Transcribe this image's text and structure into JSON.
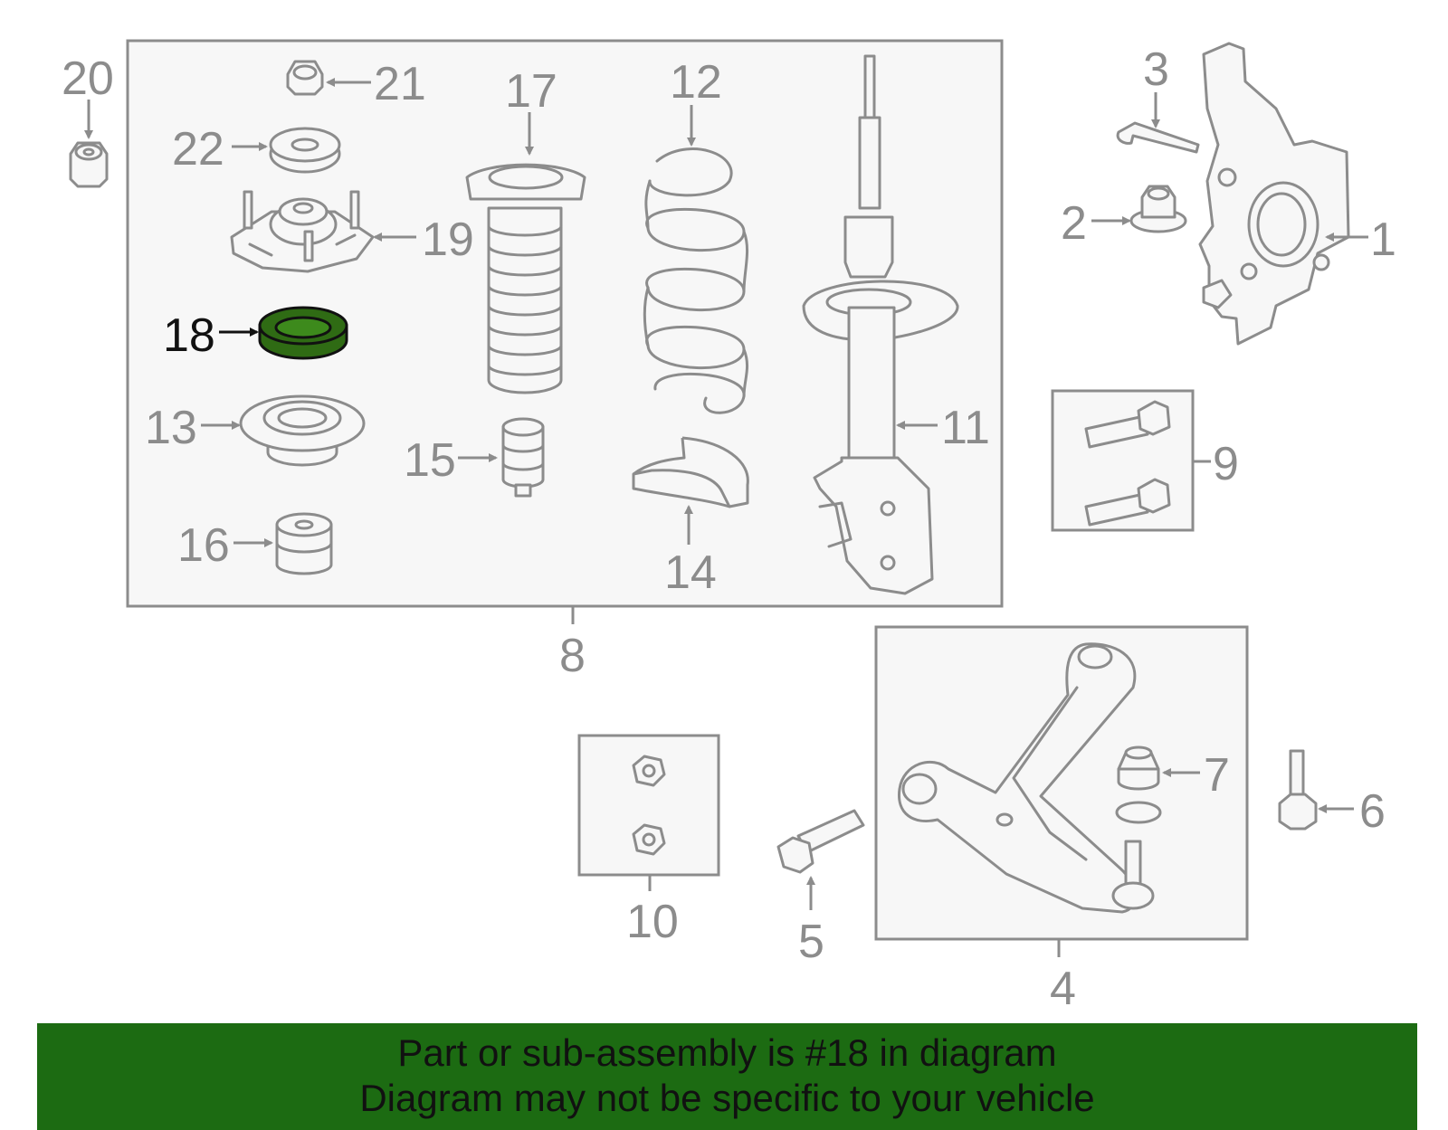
{
  "colors": {
    "highlight_part": "#2f6b14",
    "banner_background": "#1c6b12",
    "line_gray": "#8c8c8c"
  },
  "callouts": {
    "c1": "1",
    "c2": "2",
    "c3": "3",
    "c4": "4",
    "c5": "5",
    "c6": "6",
    "c7": "7",
    "c8": "8",
    "c9": "9",
    "c10": "10",
    "c11": "11",
    "c12": "12",
    "c13": "13",
    "c14": "14",
    "c15": "15",
    "c16": "16",
    "c17": "17",
    "c18": "18",
    "c19": "19",
    "c20": "20",
    "c21": "21",
    "c22": "22"
  },
  "highlighted_part": "18",
  "banner": {
    "line1": "Part or sub-assembly is #18 in diagram",
    "line2": "Diagram may not be specific to your vehicle"
  }
}
